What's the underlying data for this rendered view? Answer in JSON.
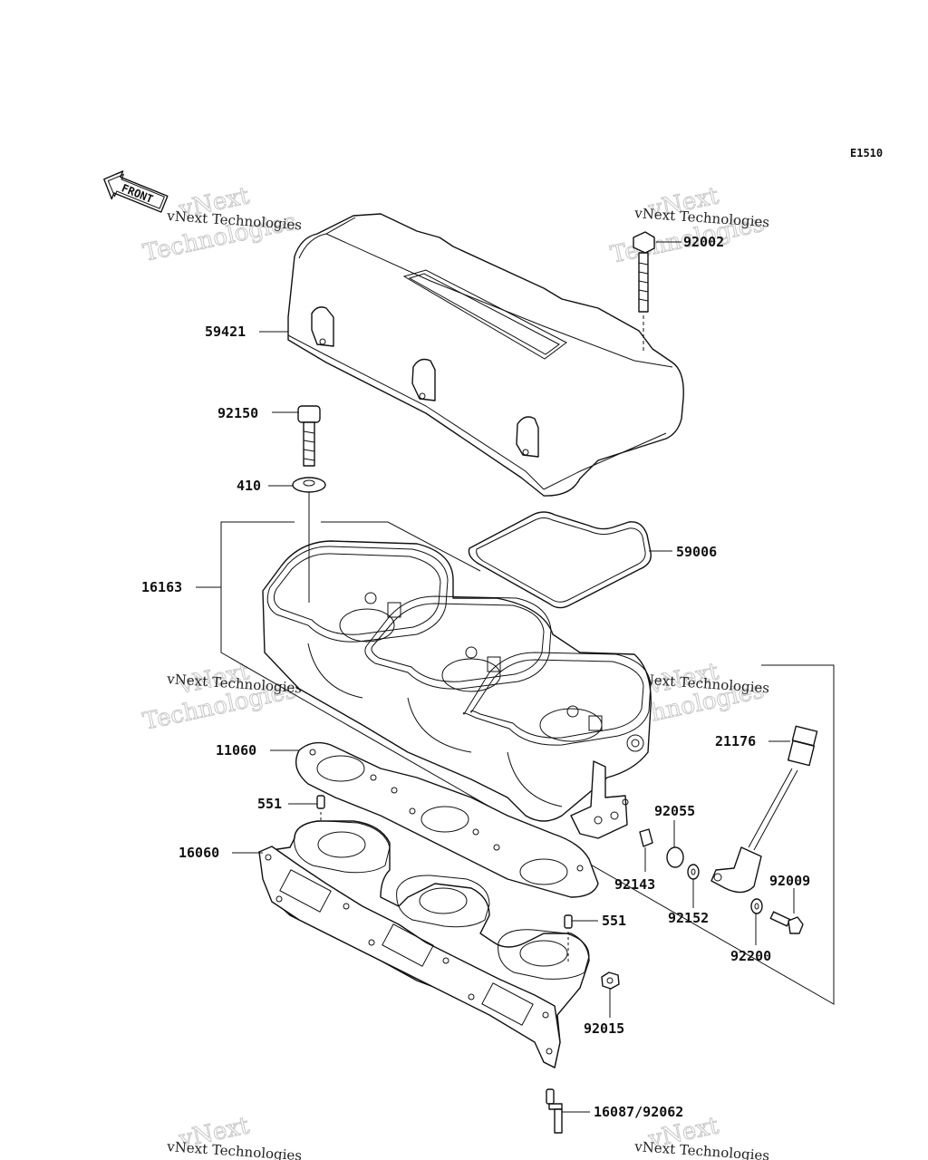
{
  "diagram_code": "E1510",
  "front_label": "FRONT",
  "watermark": {
    "line1": "vNext",
    "line2": "Technologies",
    "small": "vNext Technologies"
  },
  "parts": {
    "p92002": "92002",
    "p59421": "59421",
    "p92150": "92150",
    "p410": "410",
    "p59006": "59006",
    "p16163": "16163",
    "p21176": "21176",
    "p11060": "11060",
    "p551_top": "551",
    "p92055": "92055",
    "p16060": "16060",
    "p92143": "92143",
    "p92009": "92009",
    "p92152": "92152",
    "p551_bottom": "551",
    "p92200": "92200",
    "p92015": "92015",
    "p16087_92062": "16087/92062"
  }
}
